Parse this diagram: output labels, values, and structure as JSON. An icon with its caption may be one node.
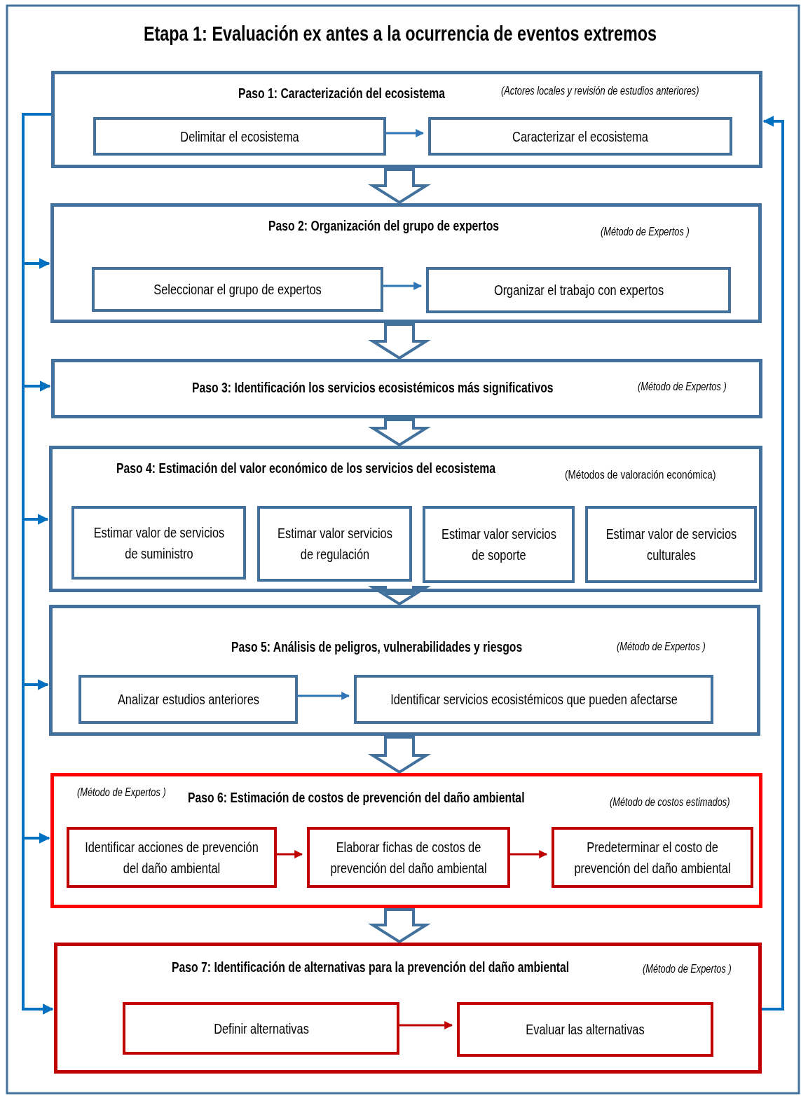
{
  "diagram": {
    "title": "Etapa 1: Evaluación ex antes a la ocurrencia de eventos extremos",
    "nodes": [
      {
        "text": [
          "Paso 1: Caracterización del ecosistema",
          "(Actores locales y revisión de estudios anteriores)"
        ]
      },
      {
        "text": [
          "Delimitar el ecosistema"
        ],
        "in": 0
      },
      {
        "text": [
          "Caracterizar el ecosistema"
        ],
        "in": 0
      },
      {
        "text": [
          "Paso 2: Organización del grupo de expertos",
          "(Método de Expertos )"
        ]
      },
      {
        "text": [
          "Seleccionar el grupo de expertos"
        ],
        "in": 3
      },
      {
        "text": [
          "Organizar el trabajo con expertos"
        ],
        "in": 3
      },
      {
        "text": [
          "Paso 3: Identificación los servicios ecosistémicos más significativos",
          "(Método de Expertos )"
        ]
      },
      {
        "text": [
          "Paso 4: Estimación del valor económico de los servicios del ecosistema",
          "(Métodos de valoración económica)"
        ]
      },
      {
        "text": [
          "Estimar valor de servicios de suministro"
        ],
        "in": 7
      },
      {
        "text": [
          "Estimar valor servicios de regulación"
        ],
        "in": 7
      },
      {
        "text": [
          "Estimar valor servicios de soporte"
        ],
        "in": 7
      },
      {
        "text": [
          "Estimar valor de servicios culturales"
        ],
        "in": 7
      },
      {
        "text": [
          "Paso 5: Análisis de peligros, vulnerabilidades y riesgos",
          "(Método de Expertos )"
        ]
      },
      {
        "text": [
          "Analizar estudios anteriores"
        ],
        "in": 12
      },
      {
        "text": [
          "Identificar servicios ecosistémicos que pueden afectarse"
        ],
        "in": 12
      },
      {
        "text": [
          "(Método de Expertos )",
          "Paso 6: Estimación de costos de prevención del daño ambiental",
          "(Método de costos estimados)"
        ]
      },
      {
        "text": [
          "Identificar acciones de prevención del daño ambiental"
        ],
        "in": 15
      },
      {
        "text": [
          "Elaborar fichas de costos de prevención del daño ambiental"
        ],
        "in": 15
      },
      {
        "text": [
          "Predeterminar el costo de prevención del daño ambiental"
        ],
        "in": 15
      },
      {
        "text": [
          "Paso 7: Identificación de alternativas para la prevención del daño ambiental",
          "(Método de Expertos )"
        ]
      },
      {
        "text": [
          "Definir alternativas"
        ],
        "in": 19
      },
      {
        "text": [
          "Evaluar las alternativas"
        ],
        "in": 19
      }
    ],
    "edges": [
      {
        "from": 1,
        "to": 2,
        "arrow": "to"
      },
      {
        "from": 4,
        "to": 5,
        "arrow": "to"
      },
      {
        "from": 13,
        "to": 14,
        "arrow": "to"
      },
      {
        "from": 16,
        "to": 17,
        "arrow": "to",
        "color": "#c00000"
      },
      {
        "from": 17,
        "to": 18,
        "arrow": "to",
        "color": "#c00000"
      },
      {
        "from": 20,
        "to": 21,
        "arrow": "to",
        "color": "#c00000"
      },
      {
        "from": 0,
        "to": 3,
        "arrow": "to",
        "style": "thick",
        "color": "#41719c"
      },
      {
        "from": 3,
        "to": 6,
        "arrow": "to",
        "style": "thick",
        "color": "#41719c"
      },
      {
        "from": 6,
        "to": 7,
        "arrow": "to",
        "style": "thick",
        "color": "#41719c"
      },
      {
        "from": 7,
        "to": 12,
        "arrow": "to",
        "style": "thick",
        "color": "#41719c"
      },
      {
        "from": 12,
        "to": 15,
        "arrow": "to",
        "style": "thick",
        "color": "#41719c"
      },
      {
        "from": 15,
        "to": 19,
        "arrow": "to",
        "style": "thick",
        "color": "#41719c"
      },
      {
        "from": 0,
        "to": 3,
        "arrow": "to",
        "color": "#0070c0"
      },
      {
        "from": 0,
        "to": 6,
        "arrow": "to",
        "color": "#0070c0"
      },
      {
        "from": 0,
        "to": 7,
        "arrow": "to",
        "color": "#0070c0"
      },
      {
        "from": 0,
        "to": 12,
        "arrow": "to",
        "color": "#0070c0"
      },
      {
        "from": 0,
        "to": 15,
        "arrow": "to",
        "color": "#0070c0"
      },
      {
        "from": 0,
        "to": 19,
        "arrow": "to",
        "color": "#0070c0"
      },
      {
        "from": 19,
        "to": 0,
        "arrow": "to",
        "color": "#0070c0"
      }
    ]
  }
}
